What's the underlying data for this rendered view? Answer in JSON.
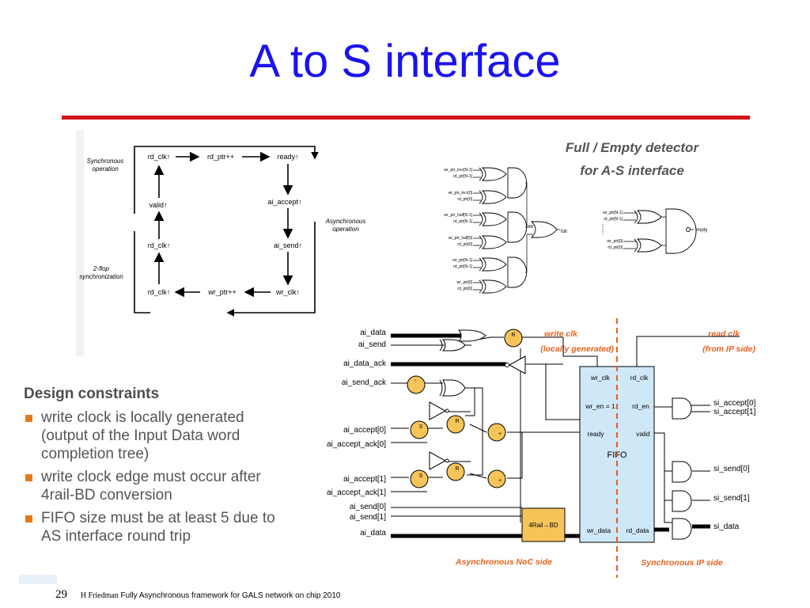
{
  "slide": {
    "title": "A to S interface",
    "page_number": "29",
    "footer_author": "H Friedman",
    "footer_caption": "Fully Asynchronous framework for GALS network on chip 2010"
  },
  "state_diagram": {
    "nodes": {
      "rd_clk_top": "rd_clk↑",
      "rd_ptr_inc": "rd_ptr++",
      "ready": "ready↑",
      "valid": "valid↑",
      "ai_accept": "ai_accept↑",
      "rd_clk_mid": "rd_clk↑",
      "ai_send": "ai_send↑",
      "rd_clk_bot": "rd_clk↑",
      "wr_ptr_inc": "wr_ptr++",
      "wr_clk": "wr_clk↑"
    },
    "labels": {
      "sync_op_1": "Synchronous",
      "sync_op_2": "operation",
      "async_op_1": "Asynchronous",
      "async_op_2": "operation",
      "flop_1": "2-flop",
      "flop_2": "synchronization"
    }
  },
  "detector": {
    "title_1": "Full / Empty detector",
    "title_2": "for A-S interface",
    "full_inputs": [
      "wr_ptr_incr[N-1]",
      "rd_ptr[N-1]",
      "wr_ptr_incr[0]",
      "rd_ptr[0]",
      "wr_ptr_half[N-1]",
      "rd_ptr[N-1]",
      "wr_ptr_half[0]",
      "rd_ptr[0]",
      "wr_ptr[N-1]",
      "rd_ptr[N-1]",
      "wr_ptr[0]",
      "rd_ptr[0]"
    ],
    "full_out": "full",
    "empty_inputs": [
      "wr_ptr[N-1]",
      "rd_ptr[N-1]",
      "wr_ptr[0]",
      "rd_ptr[0]"
    ],
    "empty_out": "empty"
  },
  "circuit": {
    "left_signals": [
      "ai_data",
      "ai_send",
      "ai_data_ack",
      "ai_send_ack",
      "ai_accept[0]",
      "ai_accept_ack[0]",
      "ai_accept[1]",
      "ai_accept_ack[1]",
      "ai_send[0]",
      "ai_send[1]",
      "ai_data"
    ],
    "write_clk_1": "write clk",
    "write_clk_2": "(locally generated)",
    "read_clk_1": "read clk",
    "read_clk_2": "(from IP side)",
    "fifo": {
      "wr_clk": "wr_clk",
      "rd_clk": "rd_clk",
      "wr_en": "wr_en = 1",
      "rd_en": "rd_en",
      "ready": "ready",
      "valid": "valid",
      "label": "FIFO",
      "wr_data": "wr_data",
      "rd_data": "rd_data"
    },
    "converter": "4Rail→BD",
    "right_signals": [
      "si_accept[0]",
      "si_accept[1]",
      "si_send[0]",
      "si_send[1]",
      "si_data"
    ],
    "async_side": "Asynchronous NoC side",
    "sync_side": "Synchronous IP side",
    "cell_r": "R",
    "cell_s": "S",
    "cell_plus": "+",
    "cell_minus": "-"
  },
  "design_constraints": {
    "heading": "Design constraints",
    "items": [
      "write clock is locally generated (output of the Input Data word completion tree)",
      "write clock edge must occur after 4rail-BD conversion",
      "FIFO size must be at least 5 due to AS interface round trip"
    ]
  },
  "colors": {
    "title": "#1a12f0",
    "rule": "#d2141b",
    "orange_text": "#e8601c",
    "gate_fill": "#f7c45a",
    "fifo_fill": "#cfe8f7",
    "bullet": "#e87817"
  }
}
